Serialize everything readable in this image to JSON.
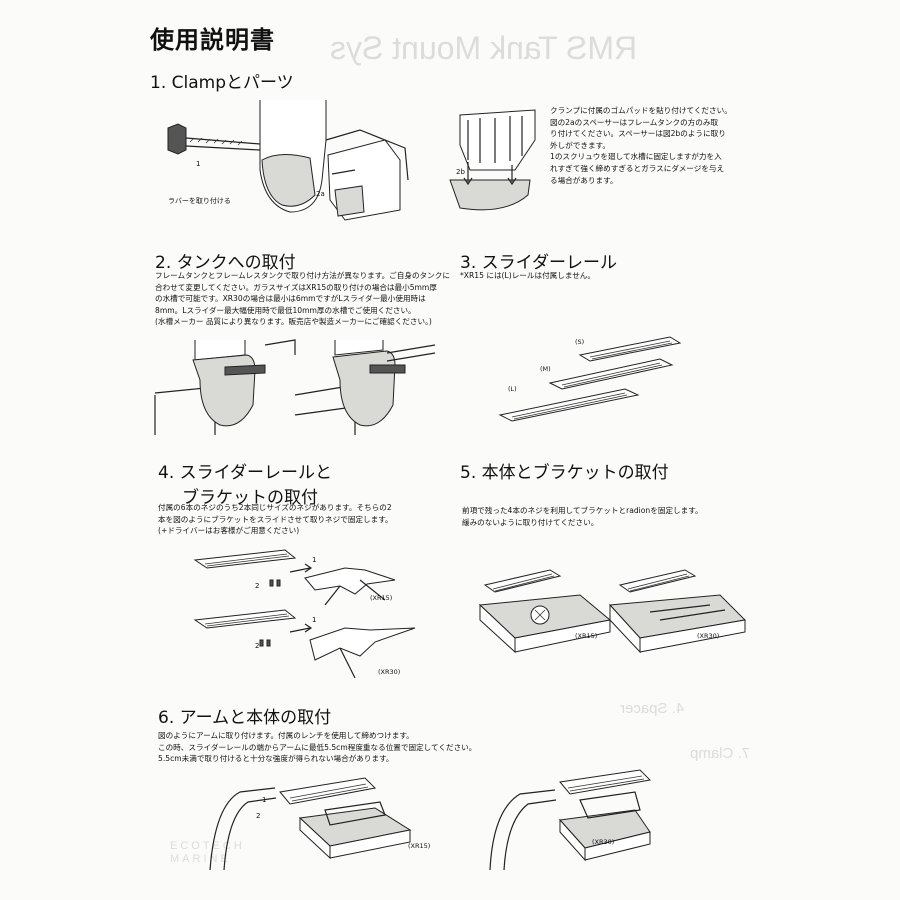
{
  "title": "使用説明書",
  "sections": {
    "s1": {
      "title": "1. Clampとパーツ",
      "text": "クランプに付属のゴムパッドを貼り付けてください。\n図の2aのスペーサーはフレームタンクの方のみ取\nり付けてください。スペーサーは図2bのように取り\n外しができます。\n1のスクリュウを廻して水槽に固定しますが力を入\nれすぎて強く締めすぎるとガラスにダメージを与え\nる場合があります。",
      "label_rubber": "ラバーを取り付ける",
      "label_1": "1",
      "label_2a": "2a",
      "label_2b": "2b"
    },
    "s2": {
      "title": "2. タンクへの取付",
      "text": "フレームタンクとフレームレスタンクで取り付け方法が異なります。ご自身のタンクに\n合わせて変更してください。ガラスサイズはXR15の取り付けの場合は最小5mm厚\nの水槽で可能です。XR30の場合は最小は6mmですがLスライダー最小使用時は\n8mm。Lスライダー最大幅使用時で最低10mm厚の水槽でご使用ください。\n(水槽メーカー 品質により異なります。販売店や製造メーカーにご確認ください。)"
    },
    "s3": {
      "title": "3. スライダーレール",
      "text": "*XR15 には(L)レールは付属しません。",
      "label_s": "(S)",
      "label_m": "(M)",
      "label_l": "(L)"
    },
    "s4": {
      "title_line1": "4. スライダーレールと",
      "title_line2": "ブラケットの取付",
      "text": "付属の6本のネジのうち2本同じサイズのネジがあります。そちらの2\n本を図のようにブラケットをスライドさせて取りネジで固定します。\n(+ドライバーはお客様がご用意ください)",
      "label_xr15": "(XR15)",
      "label_xr30": "(XR30)",
      "label_1": "1",
      "label_2": "2"
    },
    "s5": {
      "title": "5. 本体とブラケットの取付",
      "text": "前項で残った4本のネジを利用してブラケットとradionを固定します。\n緩みのないように取り付けてください。",
      "label_xr15": "(XR15)",
      "label_xr30": "(XR30)"
    },
    "s6": {
      "title": "6. アームと本体の取付",
      "text": "図のようにアームに取り付けます。付属のレンチを使用して締めつけます。\nこの時、スライダーレールの端からアームに最低5.5cm程度重なる位置で固定してください。\n5.5cm未満で取り付けると十分な強度が得られない場合があります。",
      "label_xr15": "(XR15)",
      "label_xr30": "(XR30)",
      "label_1": "1",
      "label_2": "2"
    }
  },
  "colors": {
    "ink": "#111111",
    "bg": "#fbfbfa",
    "ghost": "#dcdcda"
  }
}
